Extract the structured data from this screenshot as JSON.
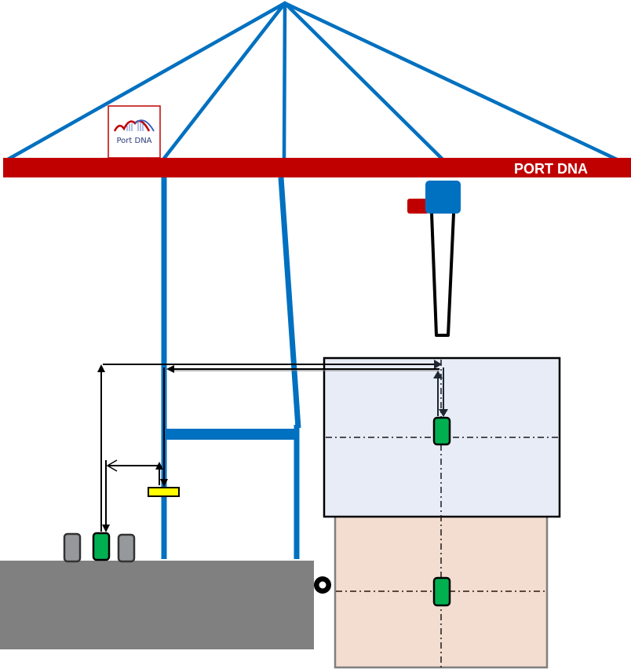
{
  "diagram": {
    "title": "Ship-to-shore crane twin-lift / tandem operation schematic",
    "boom_label": "PORT DNA",
    "logo": {
      "text": "Port DNA",
      "icon": "bridge-arch-logo-icon"
    },
    "colors": {
      "crane_blue": "#0070C0",
      "boom_red": "#C00000",
      "trolley_blue": "#0070C0",
      "trolley_red_block": "#C00000",
      "container_green": "#00B050",
      "container_grey": "#95999C",
      "spreader_yellow": "#FFFF00",
      "quay_grey": "#808080",
      "vessel_upper_fill": "#E8ECF7",
      "vessel_lower_fill": "#F2DDD0",
      "line_black": "#000000"
    },
    "elements": {
      "quay": "quay-apron",
      "bollard": "bollard",
      "vessel_deck": "vessel-upper-bay",
      "vessel_hold": "vessel-lower-hold",
      "containers_on_quay": [
        "grey",
        "green",
        "grey"
      ],
      "containers_on_vessel": [
        "green",
        "green"
      ]
    }
  }
}
